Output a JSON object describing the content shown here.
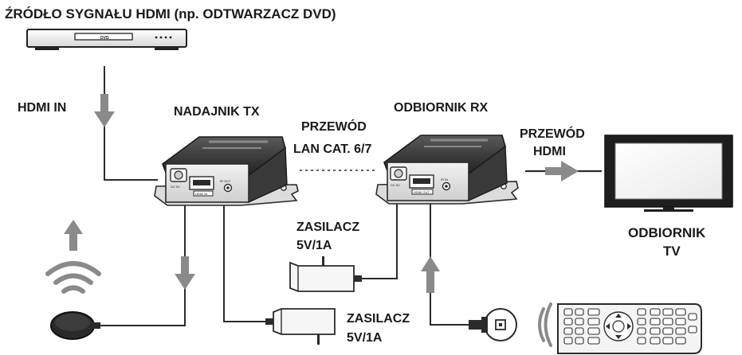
{
  "diagram": {
    "source_label": "ŹRÓDŁO SYGNAŁU HDMI (np. ODTWARZACZ DVD)",
    "dvd_text": "DVD",
    "hdmi_in_label": "HDMI IN",
    "tx_label": "NADAJNIK TX",
    "rx_label": "ODBIORNIK RX",
    "lan_label_line1": "PRZEWÓD",
    "lan_label_line2": "LAN CAT. 6/7",
    "hdmi_cable_label_line1": "PRZEWÓD",
    "hdmi_cable_label_line2": "HDMI",
    "tv_label_line1": "ODBIORNIK",
    "tv_label_line2": "TV",
    "psu_rx_label_line1": "ZASILACZ",
    "psu_rx_label_line2": "5V/1A",
    "psu_tx_label_line1": "ZASILACZ",
    "psu_tx_label_line2": "5V/1A",
    "tx_port_label": "HDMI IN",
    "rx_port_label": "HDMI OUT",
    "dc_label": "DC 5V",
    "ir_label": "IR OUT",
    "ir_in_label": "IR IN"
  },
  "colors": {
    "line": "#2b2b2b",
    "arrow": "#8a8a8a",
    "device_dark": "#2a2a2a",
    "device_mid": "#6a6a6a",
    "device_light": "#e6e6e6",
    "background": "#ffffff"
  },
  "icons": [
    "wifi-signal-icon",
    "ir-receiver-icon",
    "ir-emitter-icon",
    "remote-control-icon",
    "dvd-player-icon",
    "tv-icon",
    "power-adapter-icon"
  ]
}
